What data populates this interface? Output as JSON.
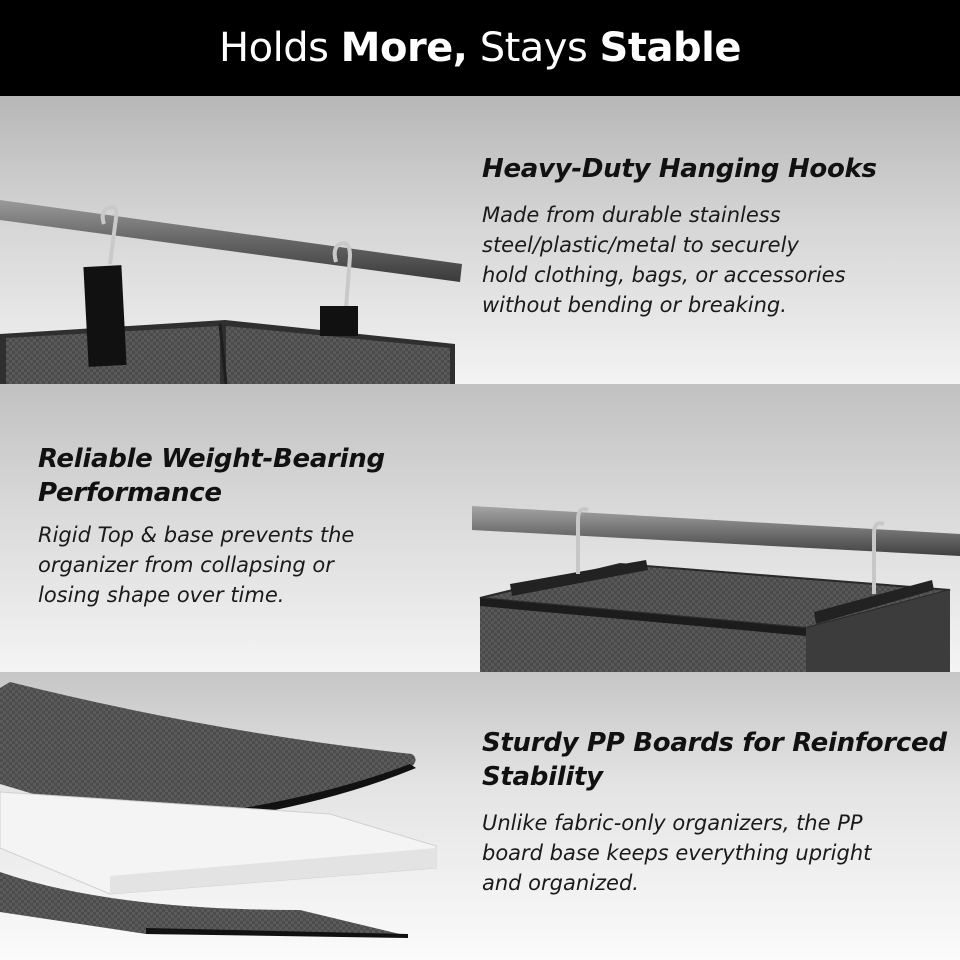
{
  "header": {
    "part1": "Holds",
    "part2": "More,",
    "part3": "Stays",
    "part4": "Stable"
  },
  "features": [
    {
      "title": "Heavy-Duty Hanging Hooks",
      "body_lines": [
        "Made from durable stainless",
        "steel/plastic/metal to securely",
        "hold clothing, bags, or accessories",
        "without bending or breaking."
      ]
    },
    {
      "title_lines": [
        "Reliable Weight-Bearing",
        "Performance"
      ],
      "body_lines": [
        "Rigid Top & base prevents the",
        "organizer from collapsing or",
        "losing shape over time."
      ]
    },
    {
      "title_lines": [
        "Sturdy PP Boards for Reinforced",
        "Stability"
      ],
      "body_lines": [
        "Unlike fabric-only organizers, the PP",
        "board base keeps everything upright",
        "and organized."
      ]
    }
  ],
  "colors": {
    "header_bg": "#000000",
    "header_text": "#ffffff",
    "text": "#111111",
    "fabric": "#4a4a4a",
    "rod": "#6e6e6e",
    "board_white": "#f5f5f5"
  }
}
